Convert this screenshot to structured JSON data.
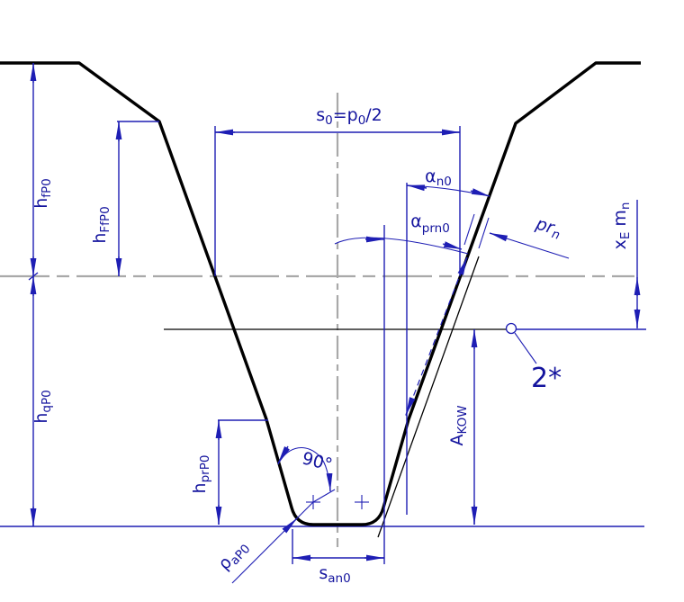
{
  "diagram": {
    "description": "Gear hob basic rack tool profile with protuberance - dimensioned technical drawing",
    "colors": {
      "annotation_blue": "#1e1eb4",
      "text_navy": "#14149e",
      "profile_black": "#000000",
      "centerline_gray": "#a9a9a9",
      "background": "#ffffff"
    },
    "labels": {
      "h_fP0": {
        "main": "h",
        "sub": "fP0"
      },
      "h_FfP0": {
        "main": "h",
        "sub": "FfP0"
      },
      "h_qP0": {
        "main": "h",
        "sub": "qP0"
      },
      "h_prP0": {
        "main": "h",
        "sub": "prP0"
      },
      "s0_eq": {
        "s": "s",
        "s_sub": "0",
        "eq": "=",
        "p": "p",
        "p_sub": "0",
        "half": "/2"
      },
      "alpha_n0": {
        "main": "α",
        "sub": "n0"
      },
      "alpha_prn0": {
        "main": "α",
        "sub": "prn0"
      },
      "pr_n": {
        "main": "pr",
        "sub": "n"
      },
      "x_E_m_n": {
        "x": "x",
        "x_sub": "E",
        "m": "m",
        "m_sub": "n"
      },
      "A_KOW": {
        "main": "A",
        "sub": "KOW"
      },
      "rho_aP0": {
        "main": "ρ",
        "sub": "aP0"
      },
      "s_an0": {
        "main": "s",
        "sub": "an0"
      },
      "angle_90": "90°",
      "note_2star": "2*"
    }
  }
}
